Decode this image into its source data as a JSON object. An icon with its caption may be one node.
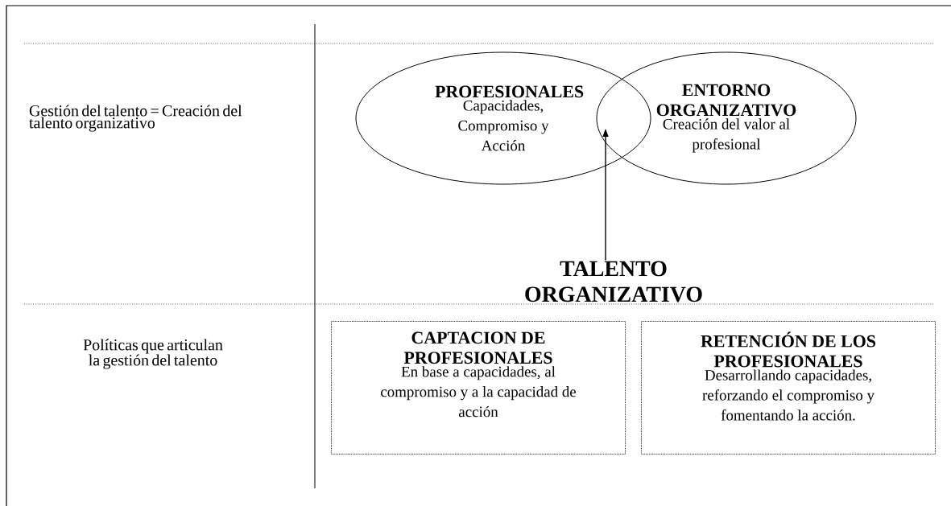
{
  "diagram": {
    "nodes": [
      {
        "text": [
          "PROFESIONALES",
          "Capacidades, Compromiso y Acción"
        ]
      },
      {
        "text": [
          "ENTORNO ORGANIZATIVO",
          "Creación del valor al profesional"
        ]
      },
      {
        "text": [
          "TALENTO ORGANIZATIVO"
        ]
      },
      {
        "text": [
          "CAPTACION DE PROFESIONALES",
          "En base a capacidades, al compromiso y a la capacidad de acción"
        ]
      },
      {
        "text": [
          "RETENCIÓN DE LOS PROFESIONALES",
          "Desarrollando capacidades, reforzando el compromiso y fomentando la acción."
        ]
      }
    ],
    "edges": [
      {
        "from": 2,
        "to": 0,
        "arrow": "to"
      }
    ],
    "labels": [
      "Gestión del talento = Creación del talento organizativo",
      "Políticas que articulan la gestión del talento"
    ]
  }
}
